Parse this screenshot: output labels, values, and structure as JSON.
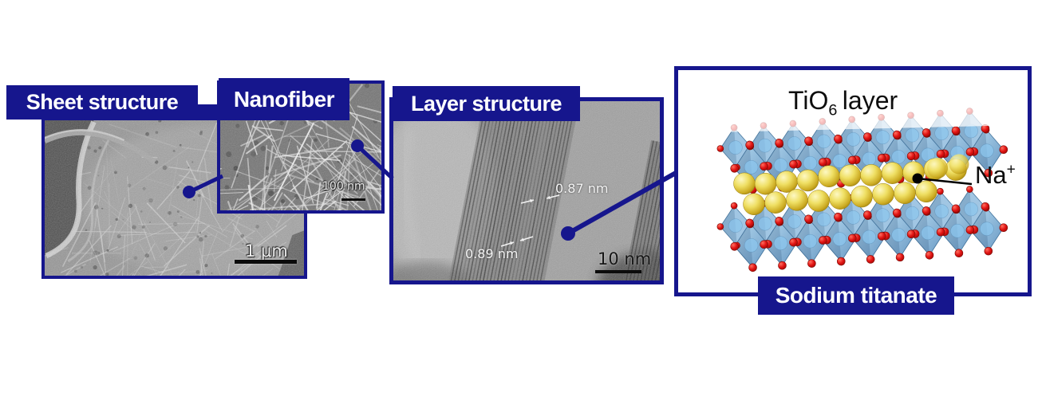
{
  "panels": {
    "sheet": {
      "label": "Sheet structure",
      "scale": "1 μm"
    },
    "nanofiber": {
      "label": "Nanofiber",
      "scale": "100 nm"
    },
    "layer": {
      "label": "Layer structure",
      "scale": "10 nm",
      "spacing_upper": "0.87 nm",
      "spacing_lower": "0.89 nm"
    },
    "sodium": {
      "label": "Sodium titanate",
      "tio6": {
        "pre": "TiO",
        "sub": "6",
        "post": "layer"
      },
      "na": {
        "base": "Na",
        "sup": "+"
      }
    }
  },
  "colors": {
    "navy": "#16168d",
    "oxygen_red": "#e01212",
    "octahedra_blue": "#79aed6",
    "sodium_yellow": "#e7cf45"
  }
}
